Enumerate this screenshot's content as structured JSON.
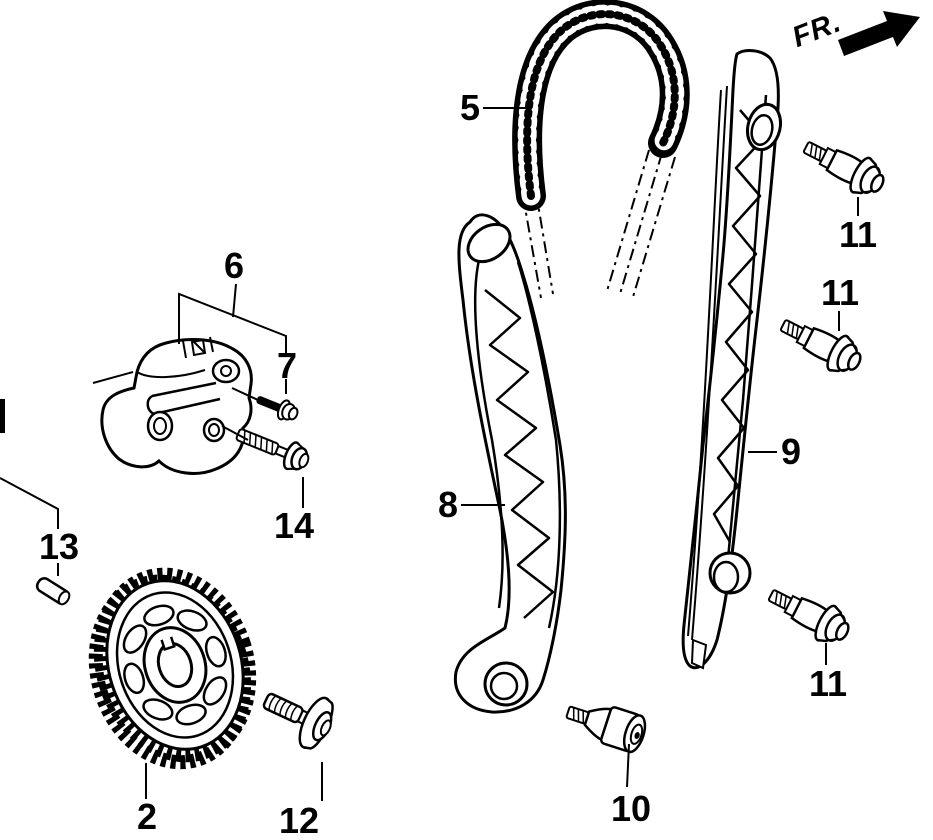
{
  "figure": {
    "type": "exploded-parts-diagram",
    "subject": "cam chain / timing chain system",
    "background_color": "#ffffff",
    "line_color": "#000000",
    "direction_label": "FR.",
    "callouts": [
      {
        "ref": "5",
        "part": "cam-chain"
      },
      {
        "ref": "6",
        "part": "cam-chain-tensioner-assembly"
      },
      {
        "ref": "7",
        "part": "tensioner-small-bolt"
      },
      {
        "ref": "14",
        "part": "tensioner-mounting-bolt"
      },
      {
        "ref": "13",
        "part": "dowel-pin"
      },
      {
        "ref": "2",
        "part": "timing-gear-sprocket"
      },
      {
        "ref": "12",
        "part": "gear-washer-bolt"
      },
      {
        "ref": "8",
        "part": "curved-chain-guide"
      },
      {
        "ref": "10",
        "part": "guide-pivot-bolt"
      },
      {
        "ref": "9",
        "part": "straight-chain-guide"
      },
      {
        "ref": "11",
        "part": "guide-flange-bolt-upper"
      },
      {
        "ref": "11",
        "part": "guide-flange-bolt-middle"
      },
      {
        "ref": "11",
        "part": "guide-flange-bolt-lower"
      }
    ]
  }
}
